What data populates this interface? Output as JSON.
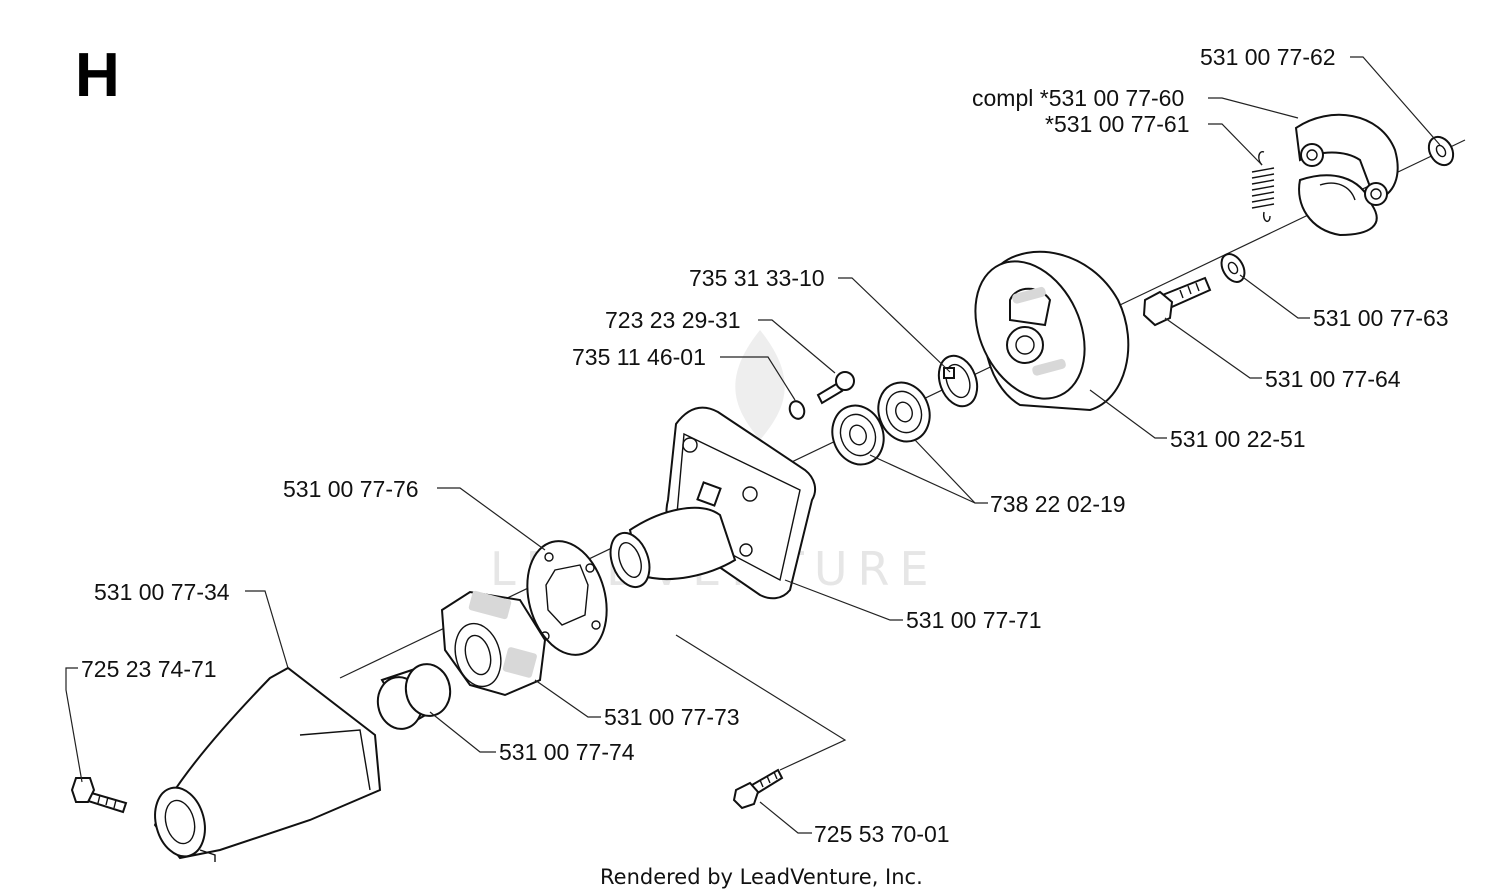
{
  "section_letter": "H",
  "watermark": "LEADVENTURE",
  "footer": "Rendered by LeadVenture, Inc.",
  "callouts": {
    "c_5310077_62": "531 00 77-62",
    "c_compl_60": "compl *531 00 77-60",
    "c_61": "*531 00 77-61",
    "c_735_31": "735 31 33-10",
    "c_723_23": "723 23 29-31",
    "c_735_11": "735 11 46-01",
    "c_63": "531 00 77-63",
    "c_64": "531 00 77-64",
    "c_2251": "531 00 22-51",
    "c_738": "738 22 02-19",
    "c_76": "531 00 77-76",
    "c_71": "531 00 77-71",
    "c_34": "531 00 77-34",
    "c_725_23": "725 23 74-71",
    "c_73": "531 00 77-73",
    "c_74": "531 00 77-74",
    "c_725_53": "725 53 70-01"
  }
}
